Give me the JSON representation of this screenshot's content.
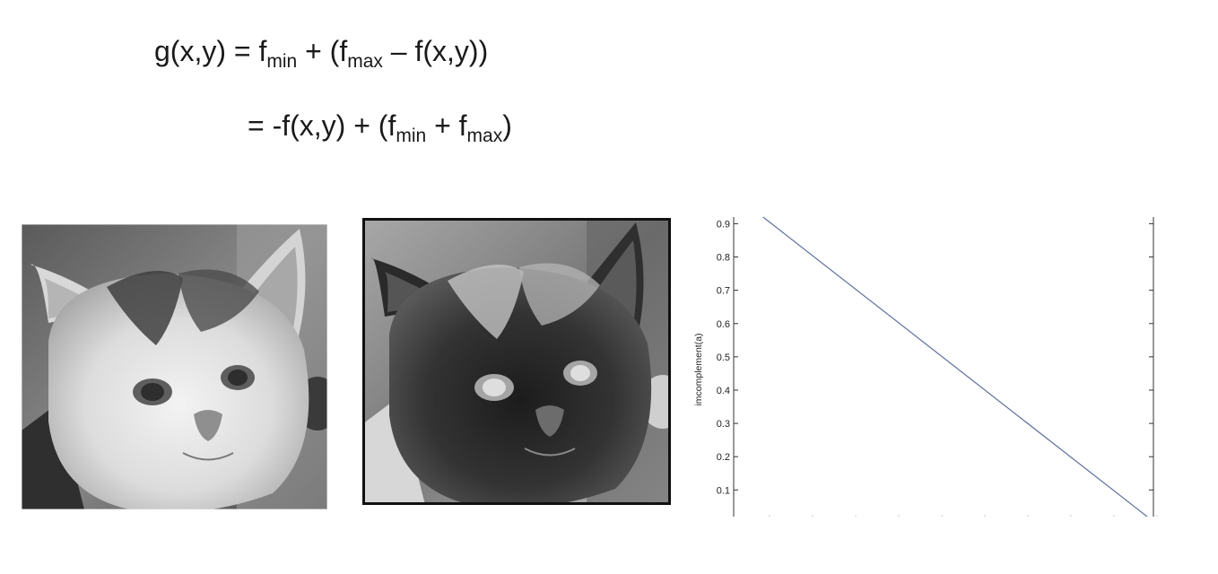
{
  "equations": {
    "line1": {
      "lhs": "g(x,y) = f",
      "sub_min": "min",
      "mid": " + (f",
      "sub_max": "max",
      "tail": " – f(x,y))"
    },
    "line2": {
      "lead": "= -f(x,y) + (f",
      "sub_min": "min",
      "mid": " + f",
      "sub_max": "max",
      "tail": ")"
    }
  },
  "images": [
    {
      "name": "kitten-original",
      "tone": "positive"
    },
    {
      "name": "kitten-complement",
      "tone": "negative"
    }
  ],
  "chart_data": {
    "type": "line",
    "ylabel": "imcomplement(a)",
    "yticks": [
      0.1,
      0.2,
      0.3,
      0.4,
      0.5,
      0.6,
      0.7,
      0.8,
      0.9
    ],
    "ylim": [
      0.02,
      0.92
    ],
    "xlim": [
      0,
      1
    ],
    "series": [
      {
        "x": [
          0.07,
          0.985
        ],
        "y": [
          0.92,
          0.02
        ]
      }
    ],
    "line_color": "#5c6fa3",
    "grid": false
  }
}
